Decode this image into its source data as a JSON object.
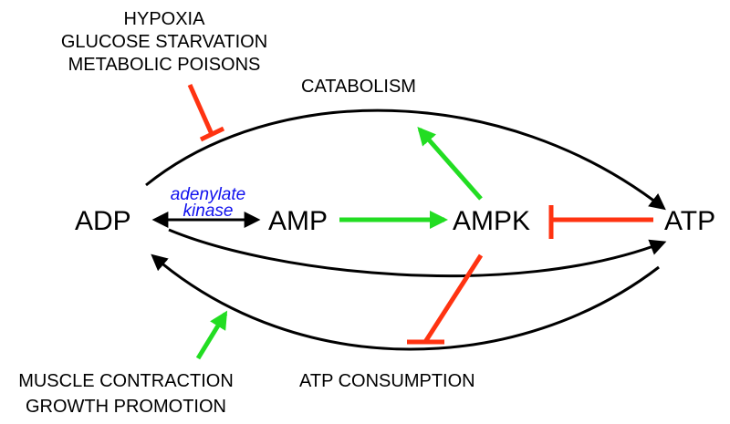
{
  "colors": {
    "black": "#000000",
    "activate": "#22dd22",
    "inhibit": "#ff3311",
    "enzyme": "#1111ee"
  },
  "nodes": {
    "adp": "ADP",
    "amp": "AMP",
    "ampk": "AMPK",
    "atp": "ATP"
  },
  "enzyme": {
    "line1": "adenylate",
    "line2": "kinase"
  },
  "processes": {
    "catabolism": "CATABOLISM",
    "consumption": "ATP CONSUMPTION"
  },
  "stresses": [
    "HYPOXIA",
    "GLUCOSE STARVATION",
    "METABOLIC POISONS"
  ],
  "promoters": [
    "MUSCLE CONTRACTION",
    "GROWTH PROMOTION"
  ]
}
